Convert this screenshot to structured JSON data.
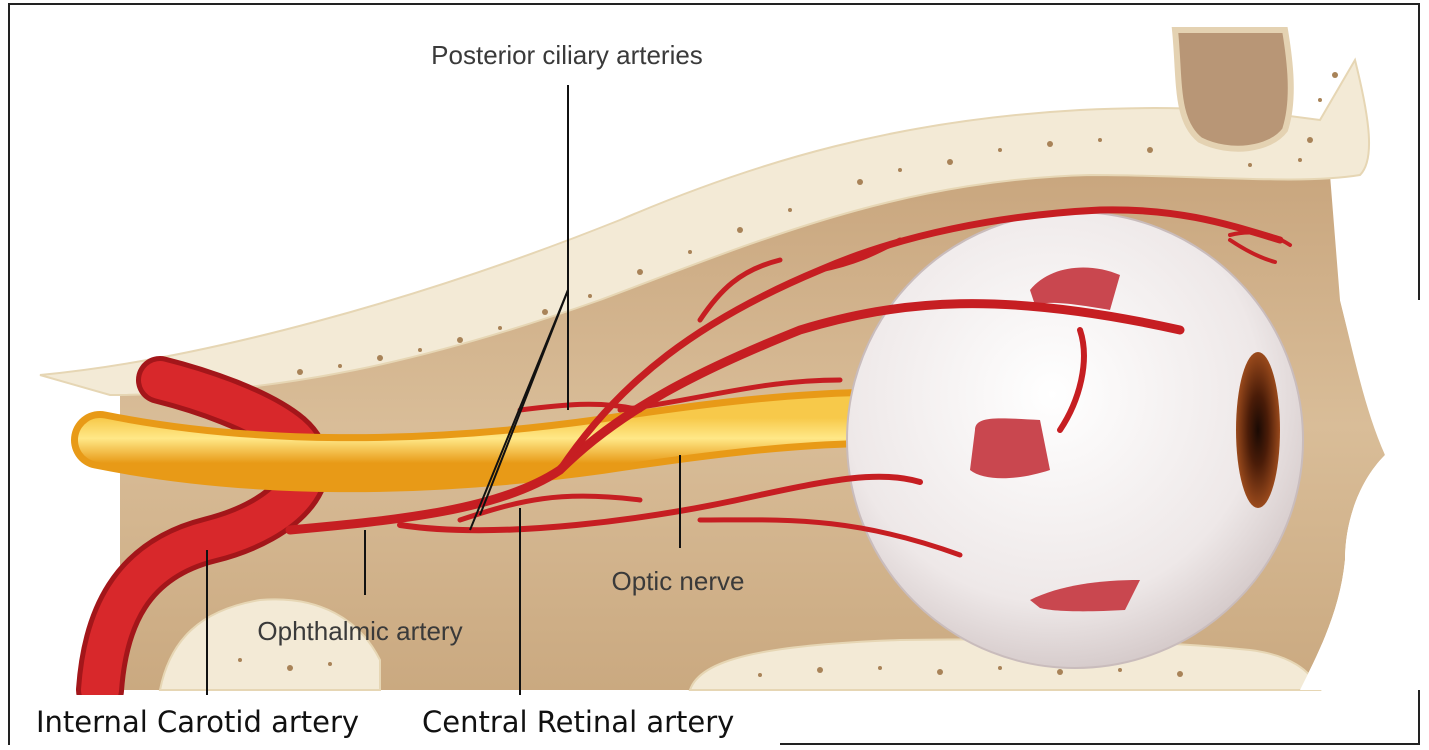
{
  "labels": {
    "posterior_ciliary": "Posterior ciliary arteries",
    "optic_nerve": "Optic nerve",
    "ophthalmic": "Ophthalmic artery",
    "internal_carotid": "Internal Carotid artery",
    "central_retinal": "Central Retinal artery"
  },
  "colors": {
    "bone": "#f3ead6",
    "bone_edge": "#e6d6b4",
    "tissue": "#d3b48f",
    "artery": "#d8282b",
    "artery_dark": "#a3161a",
    "nerve": "#f3b21f",
    "nerve_light": "#ffe27a",
    "eyeball": "#f6f3f3",
    "muscle": "#c9474f",
    "iris": "#6a2a10"
  }
}
